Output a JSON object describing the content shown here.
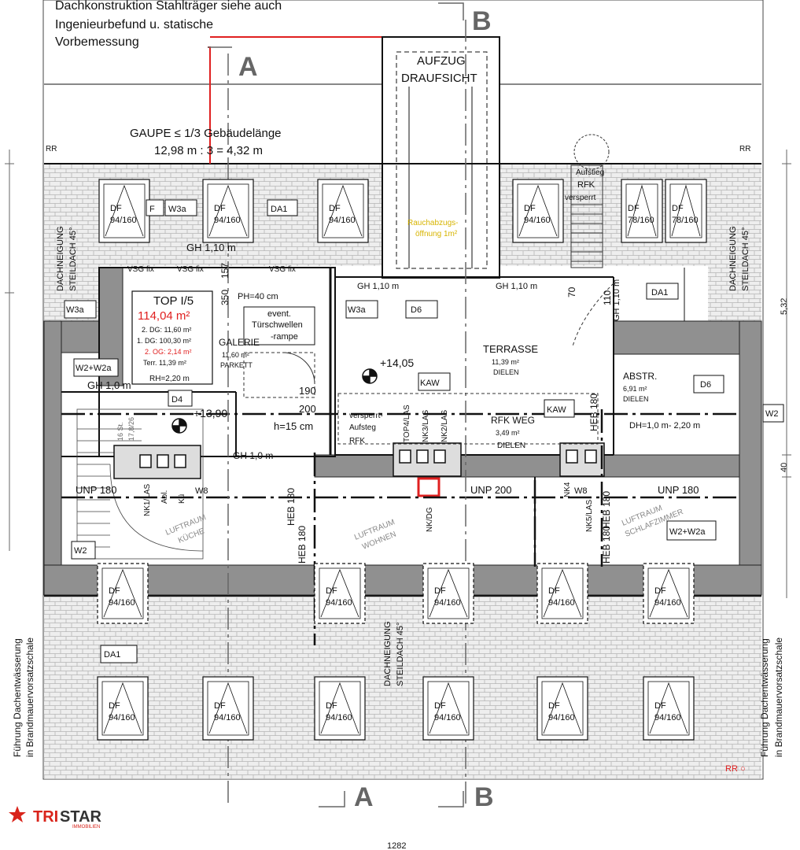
{
  "notes": {
    "roof_line1": "Dachkonstruktion Stahlträger siehe auch",
    "roof_line2": "Ingenieurbefund u. statische",
    "roof_line3": "Vorbemessung",
    "gaupe_line1": "GAUPE ≤ 1/3 Gebäudelänge",
    "gaupe_line2": "12,98 m : 3 = 4,32 m"
  },
  "sections": {
    "a": "A",
    "b": "B"
  },
  "elevator": {
    "line1": "AUFZUG",
    "line2": "DRAUFSICHT",
    "smoke1": "Rauchabzugs-",
    "smoke2": "öffnung 1m²"
  },
  "rr": "RR",
  "rr_bottom": "RR ○",
  "roof": {
    "slope_left1": "DACHNEIGUNG",
    "slope_left2": "STEILDACH 45°",
    "slope_right1": "DACHNEIGUNG",
    "slope_right2": "STEILDACH 45°",
    "slope_mid1": "DACHNEIGUNG",
    "slope_mid2": "STEILDACH 45°",
    "drain_left1": "Führung Dachentwässerung",
    "drain_left2": "in Brandmauervorsatzschale",
    "drain_right1": "Führung Dachentwässerung",
    "drain_right2": "in Brandmauervorsatzschale"
  },
  "window": {
    "df": "DF",
    "size": "94/160",
    "size_small": "78/160",
    "da1": "DA1",
    "f": "F",
    "w3a": "W3a",
    "w2": "W2",
    "w2w2a": "W2+W2a",
    "d4": "D4",
    "d6": "D6",
    "w8": "W8"
  },
  "rfk_escape": {
    "rfk": "RFK",
    "versperrt": "versperrt",
    "aufstieg": "Aufstieg"
  },
  "top": {
    "name": "TOP I/5",
    "area": "114,04 m²",
    "line1": "2. DG: 11,60 m²",
    "line2": "1. DG: 100,30 m²",
    "line3": "2. OG: 2,14 m²",
    "line4": "Terr. 11,39 m²",
    "rh": "RH=2,20 m"
  },
  "rooms": {
    "galerie": "GALERIE",
    "galerie_area": "11,60 m²",
    "galerie_floor": "PARKETT",
    "terrasse": "TERRASSE",
    "terrasse_area": "11,39 m²",
    "terrasse_floor": "DIELEN",
    "abstr": "ABSTR.",
    "abstr_area": "6,91 m²",
    "abstr_floor": "DIELEN",
    "rfk_weg": "RFK WEG",
    "rfk_weg_area": "3,49 m²",
    "rfk_weg_floor": "DIELEN",
    "dh": "DH=1,0 m- 2,20 m"
  },
  "labels": {
    "gh110": "GH 1,10 m",
    "gh10": "GH 1,0 m",
    "gh10b": "GH  1,0  m",
    "gh110b": "GH 1,10 m",
    "gh110v": "GH 1,10 m",
    "vsg1": "VSG fix",
    "vsg2": "VSG fix",
    "vsg3": "VSG fix",
    "ph": "PH=40 cm",
    "event1": "event.",
    "event2": "Türschwellen",
    "event3": "-rampe",
    "lvl1": "+14,05",
    "lvl2": "+13,90",
    "d190": "190",
    "d200": "200",
    "h15": "h=15 cm",
    "kaw": "KAW",
    "vers1": "versperrt-",
    "vers2": "Aufsteg",
    "vers3": "RFK",
    "unp180a": "UNP  180",
    "unp200": "UNP  200",
    "unp180b": "UNP  180",
    "heb180a": "HEB  180",
    "heb180b": "HEB  180",
    "heb180c": "HEB  180",
    "heb180d": "HEB  180",
    "heb180e": "HEB  180",
    "nk1": "NK1/LAS",
    "abl": "Abl.",
    "kuech": "Kü",
    "top4": "TOP4/LAS",
    "nk3": "NK3/LAS",
    "nk2": "NK2/LAS",
    "nkdg": "NK/DG",
    "nk4": "NK4",
    "nk5": "NK5/LAS",
    "stairs1": "16 St.",
    "stairs2": "17,8/26",
    "luft_kueche1": "LUFTRAUM",
    "luft_kueche2": "KÜCHE",
    "luft_wohnen1": "LUFTRAUM",
    "luft_wohnen2": "WOHNEN",
    "luft_schlaf1": "LUFTRAUM",
    "luft_schlaf2": "SCHLAFZIMMER",
    "dim350": "350",
    "dim157": "157",
    "dim70": "70",
    "dim110": "110",
    "dim532": "5,32",
    "dim40": "40",
    "dim1282": "1282"
  },
  "logo": {
    "tri": "TRI",
    "star": "STAR",
    "sub": "IMMOBILIEN"
  },
  "colors": {
    "red": "#e02020",
    "wall": "#909090",
    "roof_tile": "#c9c9c9",
    "line": "#111111",
    "logo_red": "#d9241b"
  }
}
